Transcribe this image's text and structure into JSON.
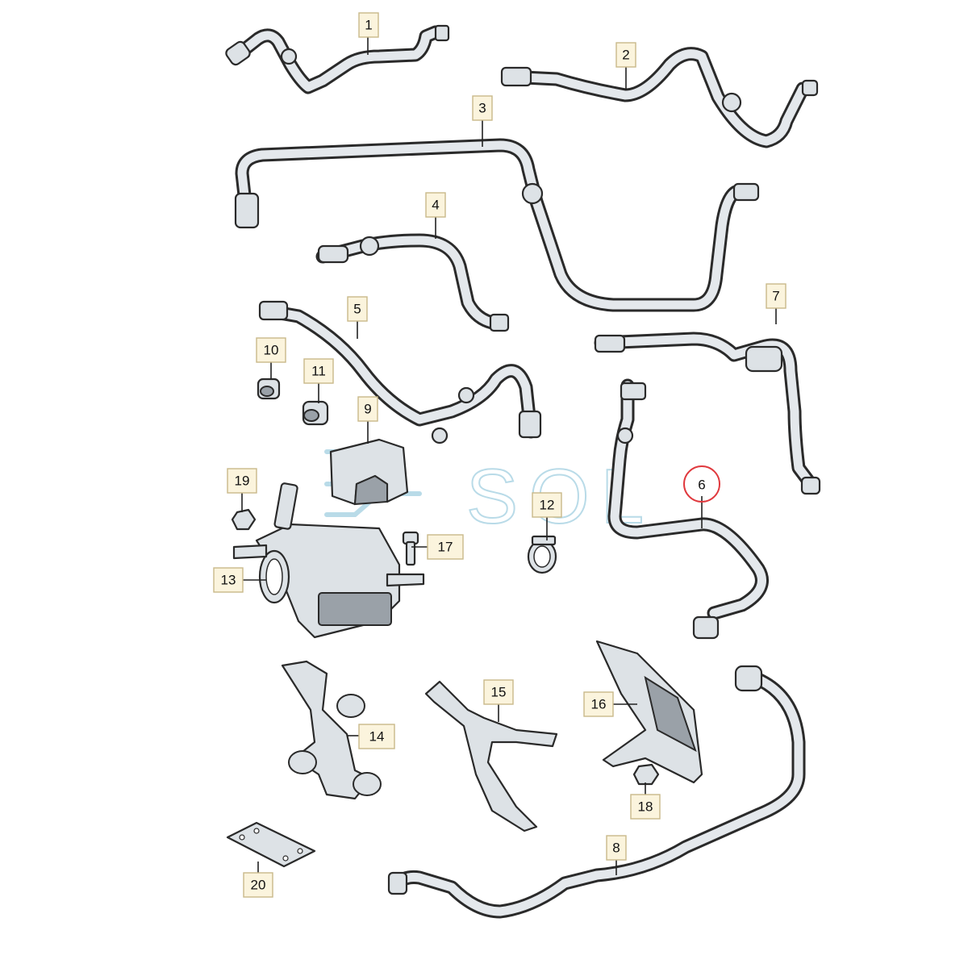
{
  "diagram": {
    "watermark": "SOL",
    "highlighted_part": "6",
    "colors": {
      "line": "#2a2a2a",
      "part_fill": "#dde2e6",
      "label_fill": "#fbf4dd",
      "label_border": "#c9b98a",
      "highlight_circle": "#e0393e",
      "watermark": "#b9dbe8"
    },
    "callouts": [
      {
        "id": "1",
        "label": "1"
      },
      {
        "id": "2",
        "label": "2"
      },
      {
        "id": "3",
        "label": "3"
      },
      {
        "id": "4",
        "label": "4"
      },
      {
        "id": "5",
        "label": "5"
      },
      {
        "id": "6",
        "label": "6"
      },
      {
        "id": "7",
        "label": "7"
      },
      {
        "id": "8",
        "label": "8"
      },
      {
        "id": "9",
        "label": "9"
      },
      {
        "id": "10",
        "label": "10"
      },
      {
        "id": "11",
        "label": "11"
      },
      {
        "id": "12",
        "label": "12"
      },
      {
        "id": "13",
        "label": "13"
      },
      {
        "id": "14",
        "label": "14"
      },
      {
        "id": "15",
        "label": "15"
      },
      {
        "id": "16",
        "label": "16"
      },
      {
        "id": "17",
        "label": "17"
      },
      {
        "id": "18",
        "label": "18"
      },
      {
        "id": "19",
        "label": "19"
      },
      {
        "id": "20",
        "label": "20"
      }
    ]
  }
}
